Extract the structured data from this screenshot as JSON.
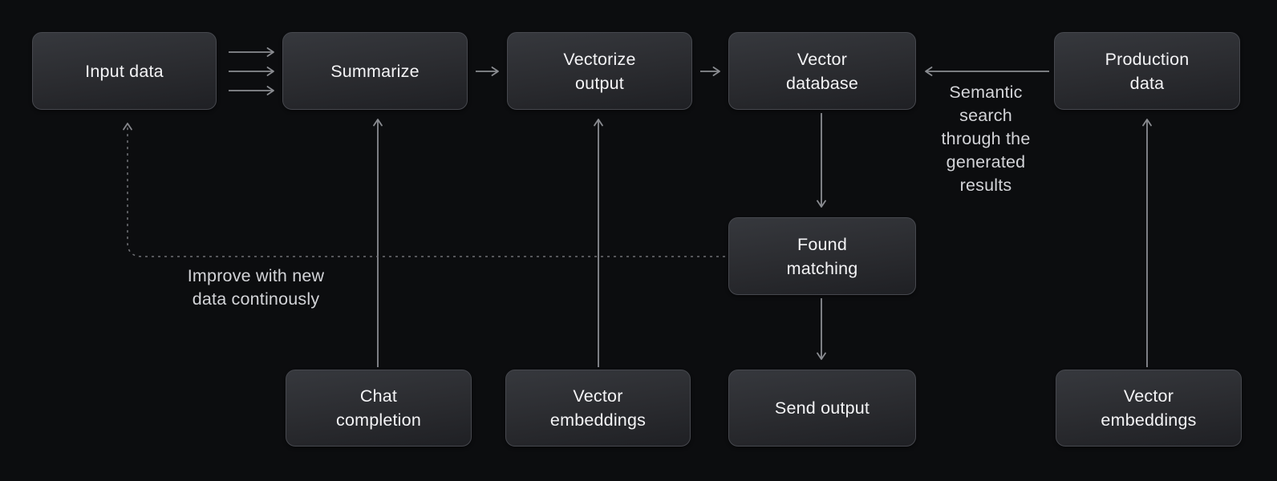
{
  "diagram": {
    "background": "#0c0d0f",
    "nodes": {
      "input_data": {
        "label": "Input data"
      },
      "summarize": {
        "label": "Summarize"
      },
      "vectorize_output": {
        "label": "Vectorize\noutput"
      },
      "vector_database": {
        "label": "Vector\ndatabase"
      },
      "production_data": {
        "label": "Production\ndata"
      },
      "found_matching": {
        "label": "Found\nmatching"
      },
      "chat_completion": {
        "label": "Chat\ncompletion"
      },
      "vector_embeddings_left": {
        "label": "Vector\nembeddings"
      },
      "send_output": {
        "label": "Send output"
      },
      "vector_embeddings_right": {
        "label": "Vector\nembeddings"
      }
    },
    "annotations": {
      "semantic_search": {
        "text": "Semantic search through the generated results"
      },
      "improve": {
        "text": "Improve with new data continously"
      }
    },
    "edges": [
      {
        "from": "input_data",
        "to": "summarize",
        "style": "triple-solid-arrow"
      },
      {
        "from": "summarize",
        "to": "vectorize_output",
        "style": "solid-arrow"
      },
      {
        "from": "vectorize_output",
        "to": "vector_database",
        "style": "solid-arrow"
      },
      {
        "from": "production_data",
        "to": "vector_database",
        "style": "solid-arrow",
        "label": "Semantic search through the generated results"
      },
      {
        "from": "vector_database",
        "to": "found_matching",
        "style": "solid-arrow"
      },
      {
        "from": "found_matching",
        "to": "send_output",
        "style": "solid-arrow"
      },
      {
        "from": "chat_completion",
        "to": "summarize",
        "style": "solid-arrow"
      },
      {
        "from": "vector_embeddings_left",
        "to": "vectorize_output",
        "style": "solid-arrow"
      },
      {
        "from": "vector_embeddings_right",
        "to": "production_data",
        "style": "solid-arrow"
      },
      {
        "from": "found_matching",
        "to": "input_data",
        "style": "dashed-arrow",
        "label": "Improve with new data continously"
      }
    ],
    "colors": {
      "node_background_top": "#36383d",
      "node_background_bottom": "#1f2024",
      "node_border": "#46484e",
      "node_text": "#f4f4f6",
      "arrow_line": "#8a8c91",
      "dashed_line": "#6e6f74",
      "annotation_text": "#d3d4d8"
    }
  }
}
